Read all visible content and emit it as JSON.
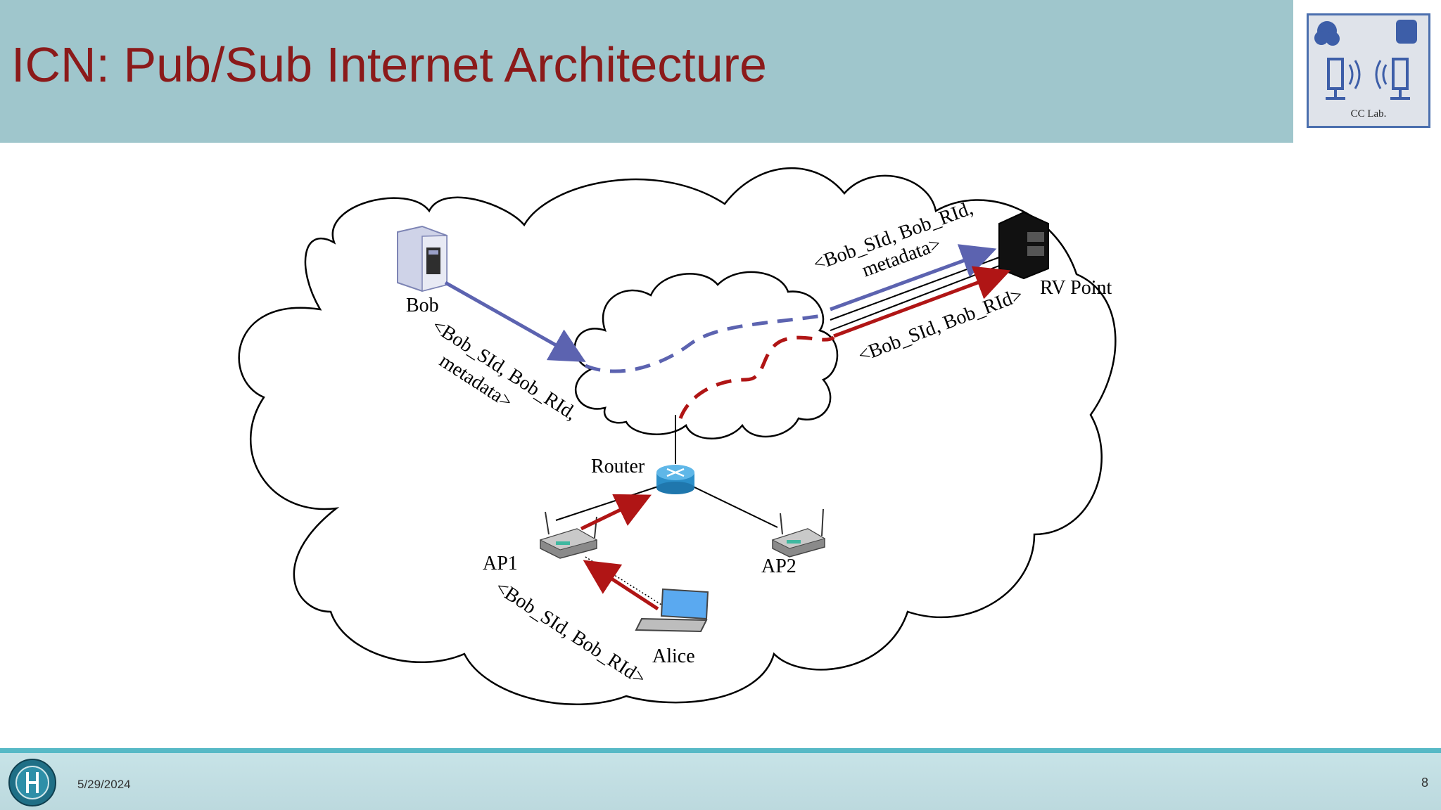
{
  "slide": {
    "title": "ICN: Pub/Sub Internet Architecture"
  },
  "logo": {
    "caption": "CC Lab."
  },
  "diagram": {
    "nodes": {
      "bob": "Bob",
      "rv_point": "RV Point",
      "router": "Router",
      "ap1": "AP1",
      "ap2": "AP2",
      "alice": "Alice"
    },
    "messages": {
      "bob_publish_line1": "<Bob_SId, Bob_RId,",
      "bob_publish_line2": "metadata>",
      "rv_publish_line1": "<Bob_SId, Bob_RId,",
      "rv_publish_line2": "metadata>",
      "rv_subscribe": "<Bob_SId, Bob_RId>",
      "alice_subscribe": "<Bob_SId, Bob_RId>"
    },
    "colors": {
      "publish": "#5c63b0",
      "subscribe": "#b01515"
    }
  },
  "footer": {
    "date": "5/29/2024",
    "page": "8"
  }
}
